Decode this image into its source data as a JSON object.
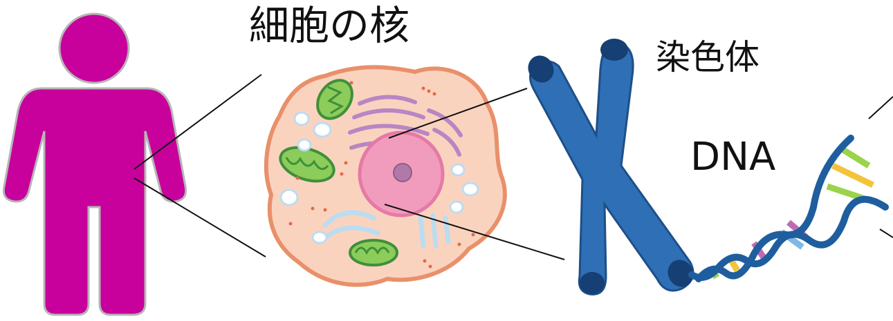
{
  "labels": {
    "nucleus": "細胞の核",
    "chromosome": "染色体",
    "dna": "DNA"
  },
  "colors": {
    "human": "#c8009c",
    "cell_membrane": "#e9906a",
    "cytoplasm": "#fad3bf",
    "nucleus": "#f29cbd",
    "nucleolus": "#b07aa8",
    "golgi": "#b886c4",
    "mitochondria_fill": "#8ccc5a",
    "mitochondria_outline": "#3f8f3a",
    "vacuole": "#ffffff",
    "chromosome": "#2e6fb5",
    "chromosome_ends": "#163f73",
    "dna_backbone": "#1f5e9e",
    "dna_rungs": [
      "#9bd34a",
      "#f3c43a",
      "#c06ab4",
      "#7fb8e6"
    ],
    "leader_lines": "#111111"
  }
}
